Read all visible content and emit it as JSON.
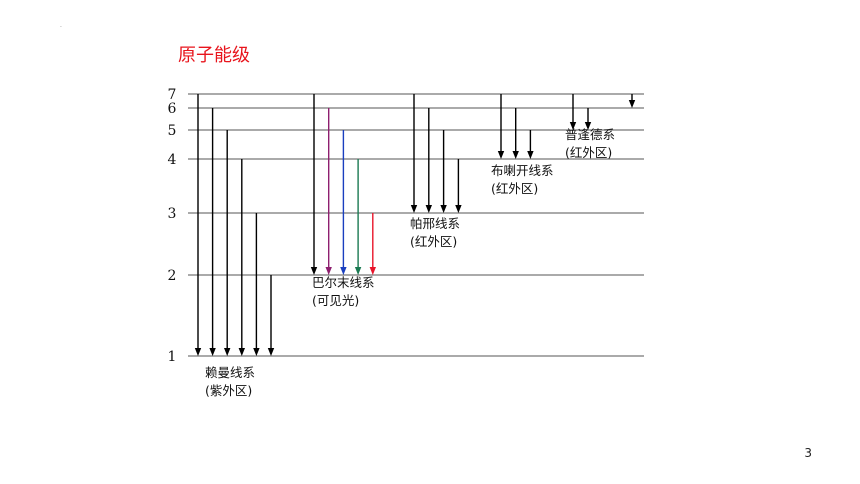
{
  "title": "原子能级",
  "page_number": "3",
  "dot": "·",
  "levels": [
    {
      "n": 1,
      "label": "1"
    },
    {
      "n": 2,
      "label": "2"
    },
    {
      "n": 3,
      "label": "3"
    },
    {
      "n": 4,
      "label": "4"
    },
    {
      "n": 5,
      "label": "5"
    },
    {
      "n": 6,
      "label": "6"
    },
    {
      "n": 7,
      "label": "7"
    }
  ],
  "series": [
    {
      "id": "lyman",
      "name": "赖曼线系",
      "region": "(紫外区)",
      "final_level": 1,
      "transitions": [
        {
          "from": 7,
          "color": "#000000"
        },
        {
          "from": 6,
          "color": "#000000"
        },
        {
          "from": 5,
          "color": "#000000"
        },
        {
          "from": 4,
          "color": "#000000"
        },
        {
          "from": 3,
          "color": "#000000"
        },
        {
          "from": 2,
          "color": "#000000"
        }
      ]
    },
    {
      "id": "balmer",
      "name": "巴尔末线系",
      "region": "(可见光)",
      "final_level": 2,
      "transitions": [
        {
          "from": 7,
          "color": "#000000"
        },
        {
          "from": 6,
          "color": "#8e1f6f"
        },
        {
          "from": 5,
          "color": "#1a3fbf"
        },
        {
          "from": 4,
          "color": "#1a7a52"
        },
        {
          "from": 3,
          "color": "#e8142a"
        }
      ]
    },
    {
      "id": "paschen",
      "name": "帕邢线系",
      "region": "(红外区)",
      "final_level": 3,
      "transitions": [
        {
          "from": 7,
          "color": "#000000"
        },
        {
          "from": 6,
          "color": "#000000"
        },
        {
          "from": 5,
          "color": "#000000"
        },
        {
          "from": 4,
          "color": "#000000"
        }
      ]
    },
    {
      "id": "brackett",
      "name": "布喇开线系",
      "region": "(红外区)",
      "final_level": 4,
      "transitions": [
        {
          "from": 7,
          "color": "#000000"
        },
        {
          "from": 6,
          "color": "#000000"
        },
        {
          "from": 5,
          "color": "#000000"
        }
      ]
    },
    {
      "id": "pfund",
      "name": "普逢德系",
      "region": "(红外区)",
      "final_level": 5,
      "transitions": [
        {
          "from": 7,
          "color": "#000000"
        },
        {
          "from": 6,
          "color": "#000000"
        }
      ]
    },
    {
      "id": "humphreys",
      "name": "",
      "region": "",
      "final_level": 6,
      "transitions": [
        {
          "from": 7,
          "color": "#000000"
        }
      ]
    }
  ]
}
